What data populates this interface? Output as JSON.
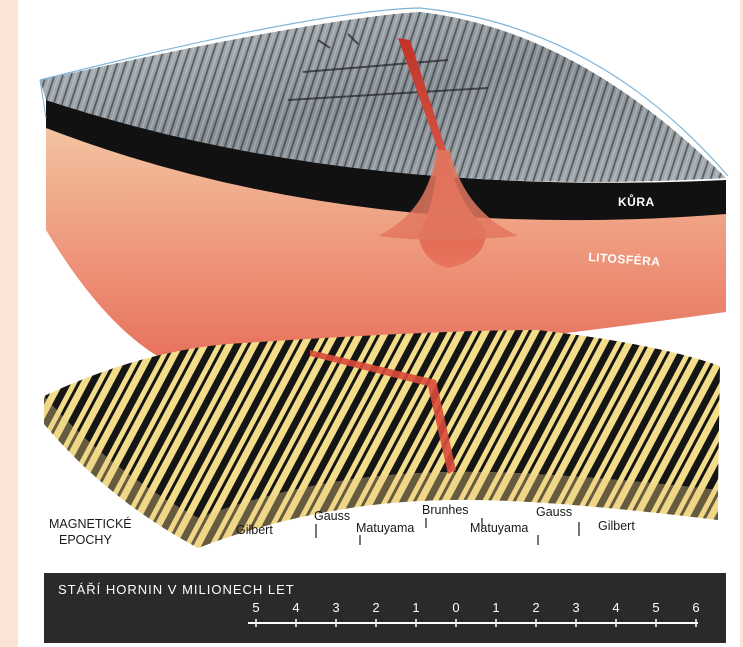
{
  "labels": {
    "crust": "KŮRA",
    "lithosphere": "LITOSFÉRA",
    "magnetic_epochs_line1": "MAGNETICKÉ",
    "magnetic_epochs_line2": "EPOCHY"
  },
  "epochs": {
    "gilbert_left": "Gilbert",
    "gauss_left": "Gauss",
    "matuyama_left": "Matuyama",
    "brunhes": "Brunhes",
    "matuyama_right": "Matuyama",
    "gauss_right": "Gauss",
    "gilbert_right": "Gilbert"
  },
  "age_scale": {
    "title": "STÁŘÍ HORNIN V MILIONECH LET",
    "ticks": [
      "5",
      "4",
      "3",
      "2",
      "1",
      "0",
      "1",
      "2",
      "3",
      "4",
      "5",
      "6"
    ]
  },
  "colors": {
    "background": "#fbe3d6",
    "crust": "#111111",
    "lithosphere": "#e9836a",
    "magma": "#d94a3a",
    "seafloor": "#8c949a",
    "stripe_light": "#f3dc8a",
    "stripe_dark": "#151515",
    "scale_bar": "#2a2a2a"
  }
}
